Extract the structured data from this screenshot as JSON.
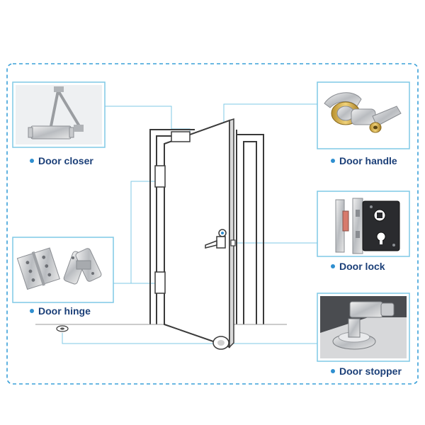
{
  "colors": {
    "dashed_border": "#3aa0d8",
    "connector": "#7fc9e6",
    "label_text": "#1b3f78",
    "bullet": "#2f8fd0",
    "door_outline": "#3a3a3a"
  },
  "callouts": [
    {
      "id": "door-closer",
      "label": "Door closer",
      "icon": "door-closer-icon"
    },
    {
      "id": "door-hinge",
      "label": "Door hinge",
      "icon": "door-hinge-icon"
    },
    {
      "id": "door-handle",
      "label": "Door handle",
      "icon": "door-handle-icon"
    },
    {
      "id": "door-lock",
      "label": "Door lock",
      "icon": "door-lock-icon"
    },
    {
      "id": "door-stopper",
      "label": "Door stopper",
      "icon": "door-stopper-icon"
    }
  ]
}
